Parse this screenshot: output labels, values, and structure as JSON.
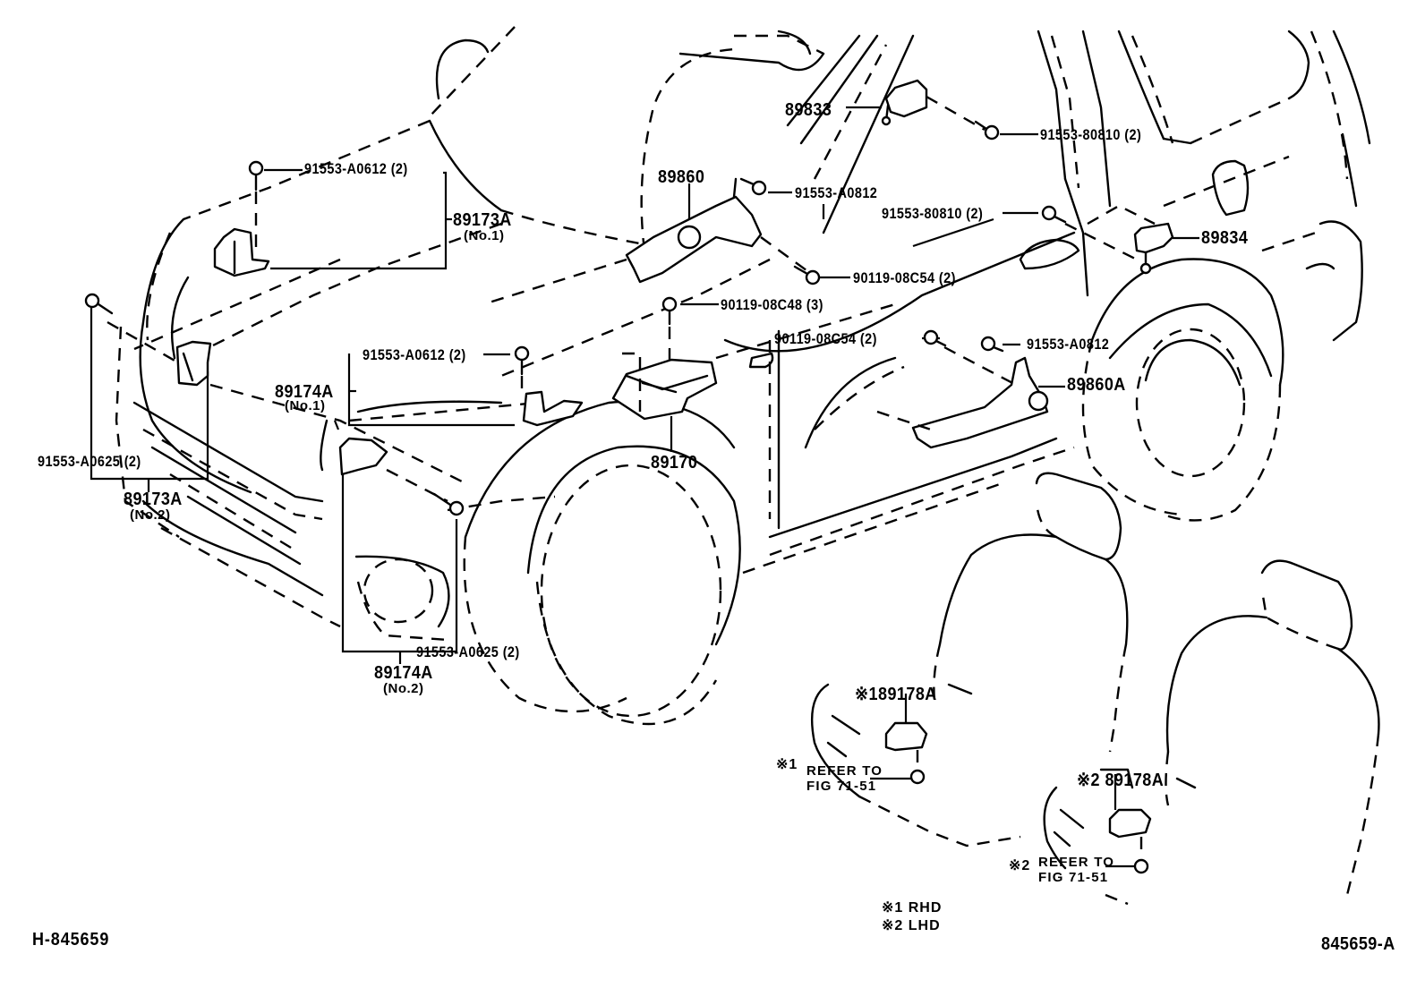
{
  "diagram": {
    "title_code": "H-845659",
    "figure_code": "845659-A",
    "parts": {
      "p89833": "89833",
      "p89860": "89860",
      "p89834": "89834",
      "p89860A": "89860A",
      "p89170": "89170",
      "p89173A_no1": "89173A",
      "p89173A_no1_sub": "(No.1)",
      "p89173A_no2": "89173A",
      "p89173A_no2_sub": "(No.2)",
      "p89174A_no1": "89174A",
      "p89174A_no1_sub": "(No.1)",
      "p89174A_no2": "89174A",
      "p89174A_no2_sub": "(No.2)",
      "p89178A_rhd": "※189178A",
      "p89178A_lhd": "※2 89178A"
    },
    "fasteners": {
      "f91553_A0612_top": "91553-A0612 (2)",
      "f91553_A0612_mid": "91553-A0612 (2)",
      "f91553_A0625_left": "91553-A0625 (2)",
      "f91553_A0625_bottom": "91553-A0625 (2)",
      "f91553_A0812_top": "91553-A0812",
      "f91553_A0812_right": "91553-A0812",
      "f91553_80810_upper": "91553-80810 (2)",
      "f91553_80810_lower": "91553-80810 (2)",
      "f90119_08C54_upper": "90119-08C54 (2)",
      "f90119_08C54_lower": "90119-08C54 (2)",
      "f90119_08C48": "90119-08C48 (3)"
    },
    "references": {
      "rhd_mark": "※1",
      "lhd_mark": "※2",
      "refer_line1": "REFER TO",
      "refer_line2": "FIG 71-51"
    },
    "legend": {
      "line1": "※1 RHD",
      "line2": "※2 LHD"
    }
  }
}
